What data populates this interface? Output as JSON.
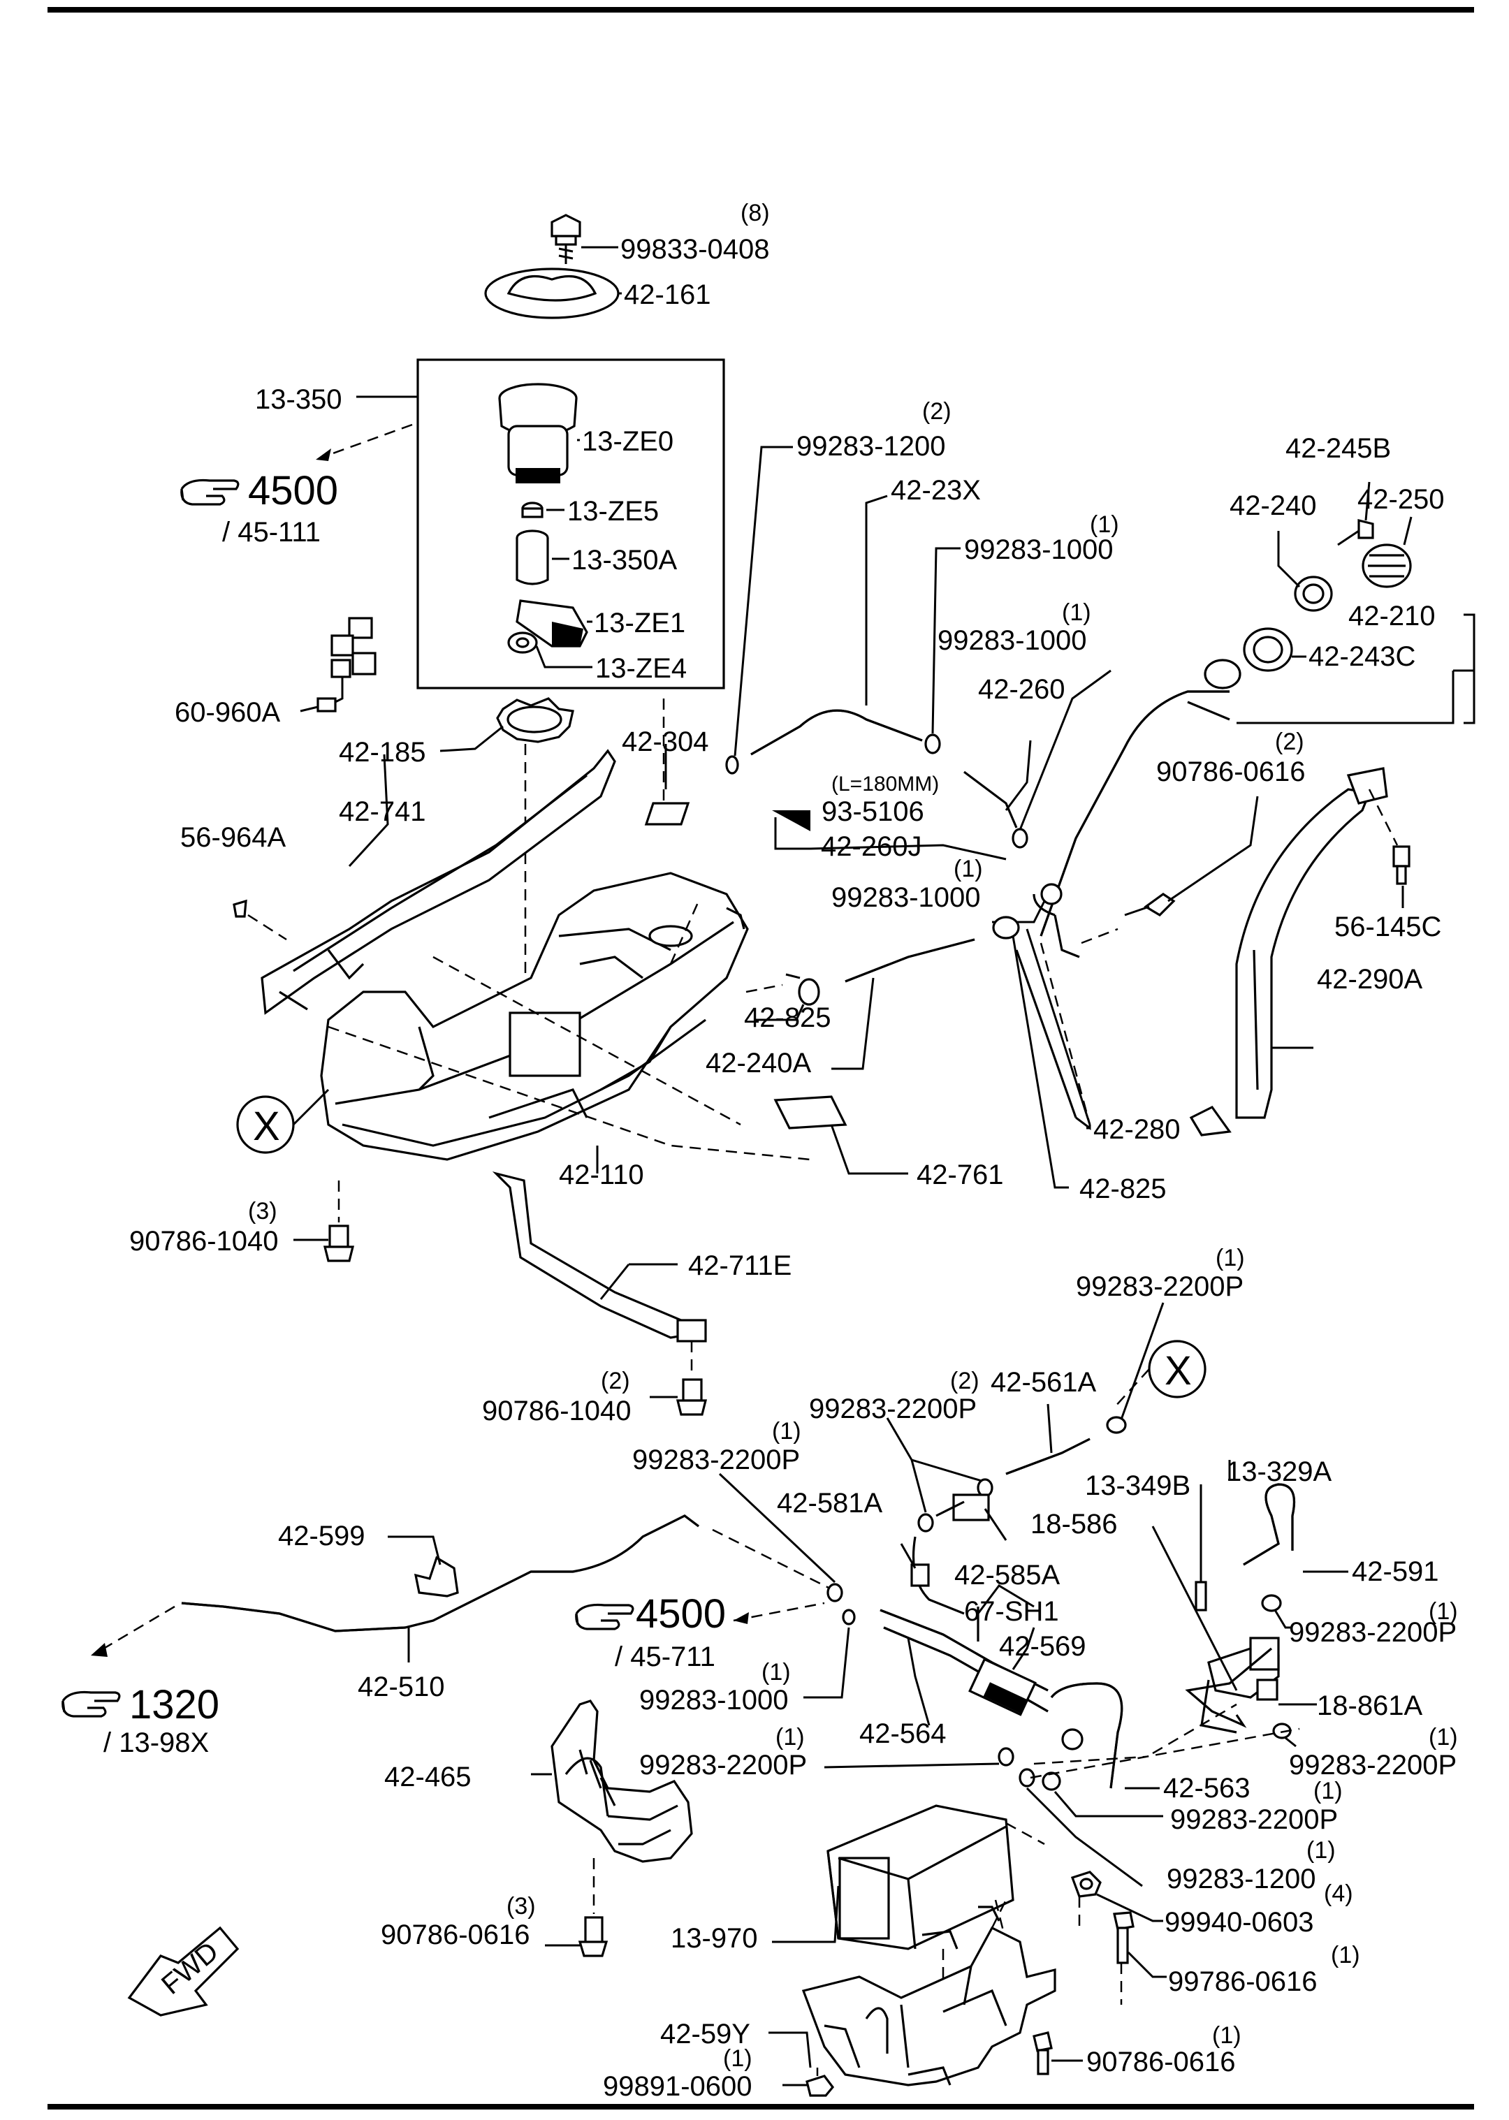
{
  "labels": {
    "l_99833_0408": "99833-0408",
    "l_42_161": "42-161",
    "l_13_350": "13-350",
    "l_13_ZE0": "13-ZE0",
    "l_13_ZE5": "13-ZE5",
    "l_13_350A": "13-350A",
    "l_13_ZE1": "13-ZE1",
    "l_13_ZE4": "13-ZE4",
    "l_60_960A": "60-960A",
    "l_42_185": "42-185",
    "l_42_741": "42-741",
    "l_56_964A": "56-964A",
    "l_42_304": "42-304",
    "l_99283_1200_a": "99283-1200",
    "l_42_23X": "42-23X",
    "l_99283_1000_a": "99283-1000",
    "l_99283_1000_b": "99283-1000",
    "l_42_260": "42-260",
    "l_42_245B": "42-245B",
    "l_42_240": "42-240",
    "l_42_250": "42-250",
    "l_42_210": "42-210",
    "l_42_243C": "42-243C",
    "l_L180": "(L=180MM)",
    "l_93_5106": "93-5106",
    "l_42_260J": "42-260J",
    "l_99283_1000_c": "99283-1000",
    "l_90786_0616_a": "90786-0616",
    "l_56_145C": "56-145C",
    "l_42_290A": "42-290A",
    "l_42_825_a": "42-825",
    "l_42_240A": "42-240A",
    "l_42_280": "42-280",
    "l_42_825_b": "42-825",
    "l_42_761": "42-761",
    "l_42_110": "42-110",
    "l_90786_1040_a": "90786-1040",
    "l_42_711E": "42-711E",
    "l_99283_2200P_a": "99283-2200P",
    "l_90786_1040_b": "90786-1040",
    "l_99283_2200P_b": "99283-2200P",
    "l_42_561A": "42-561A",
    "l_99283_2200P_c": "99283-2200P",
    "l_42_581A": "42-581A",
    "l_13_349B": "13-349B",
    "l_13_329A": "13-329A",
    "l_42_599": "42-599",
    "l_18_586": "18-586",
    "l_42_585A": "42-585A",
    "l_42_591": "42-591",
    "l_67_SH1": "67-SH1",
    "l_99283_2200P_d": "99283-2200P",
    "l_42_569": "42-569",
    "l_42_510": "42-510",
    "l_99283_1000_d": "99283-1000",
    "l_18_861A": "18-861A",
    "l_42_564": "42-564",
    "l_99283_2200P_e": "99283-2200P",
    "l_99283_2200P_f": "99283-2200P",
    "l_42_465": "42-465",
    "l_42_563": "42-563",
    "l_99283_2200P_g": "99283-2200P",
    "l_99283_1200_b": "99283-1200",
    "l_99940_0603": "99940-0603",
    "l_90786_0616_b": "90786-0616",
    "l_13_970": "13-970",
    "l_99786_0616": "99786-0616",
    "l_42_59Y": "42-59Y",
    "l_90786_0616_c": "90786-0616",
    "l_99891_0600": "99891-0600"
  },
  "quantities": {
    "q_8": "(8)",
    "q_2_a": "(2)",
    "q_1_a": "(1)",
    "q_1_b": "(1)",
    "q_1_c": "(1)",
    "q_2_b": "(2)",
    "q_3_a": "(3)",
    "q_1_d": "(1)",
    "q_2_c": "(2)",
    "q_1_e": "(1)",
    "q_2_d": "(2)",
    "q_1_f": "(1)",
    "q_1_g": "(1)",
    "q_1_h": "(1)",
    "q_1_i": "(1)",
    "q_1_j": "(1)",
    "q_1_k": "(1)",
    "q_4": "(4)",
    "q_3_b": "(3)",
    "q_1_l": "(1)",
    "q_1_m": "(1)",
    "q_1_n": "(1)"
  },
  "references": {
    "ref_4500_a": "4500",
    "ref_4500_a_sub": "/ 45-111",
    "ref_4500_b": "4500",
    "ref_4500_b_sub": "/ 45-711",
    "ref_1320": "1320",
    "ref_1320_sub": "/ 13-98X"
  },
  "markers": {
    "x_a": "X",
    "x_b": "X",
    "fwd": "FWD"
  },
  "icons": [
    "pointing-hand-icon",
    "fwd-arrow-icon"
  ]
}
